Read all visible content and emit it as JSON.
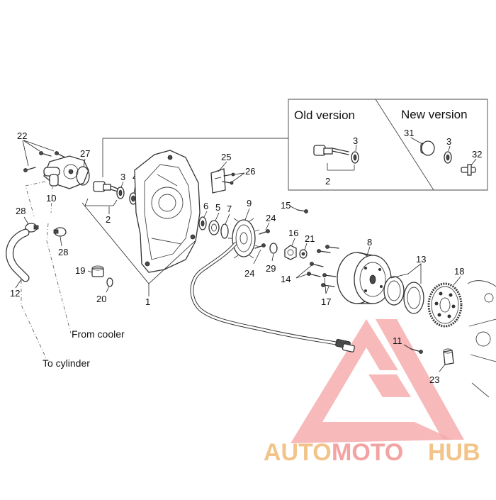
{
  "panel": {
    "old_label": "Old version",
    "new_label": "New version"
  },
  "notes": {
    "from_cooler": "From cooler",
    "to_cylinder": "To cylinder"
  },
  "callouts": {
    "c1": "1",
    "c2a": "2",
    "c2b": "2",
    "c3a": "3",
    "c3b": "3",
    "c3c": "3",
    "c4": "4",
    "c5": "5",
    "c6": "6",
    "c7": "7",
    "c8": "8",
    "c9": "9",
    "c10": "10",
    "c11": "11",
    "c12": "12",
    "c13": "13",
    "c14": "14",
    "c15": "15",
    "c16": "16",
    "c17": "17",
    "c18": "18",
    "c19": "19",
    "c20": "20",
    "c21": "21",
    "c22": "22",
    "c23": "23",
    "c24a": "24",
    "c24b": "24",
    "c25": "25",
    "c26": "26",
    "c27": "27",
    "c28a": "28",
    "c28b": "28",
    "c29": "29",
    "c31": "31",
    "c32": "32"
  },
  "watermark": {
    "part1": "AUTO",
    "part2": "MOTO",
    "part3": "HUB",
    "color_primary": "#f4a3a3",
    "color_secondary": "#f2c48a"
  }
}
